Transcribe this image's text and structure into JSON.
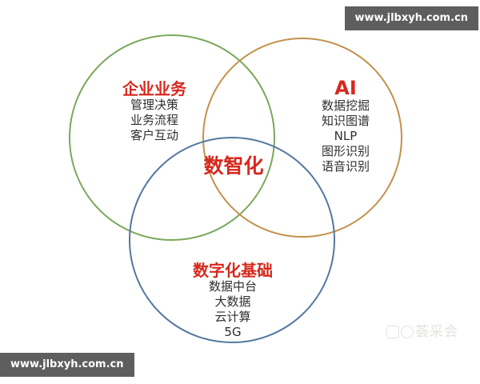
{
  "watermarks": {
    "top": "www.jlbxyh.com.cn",
    "bottom": "www.jlbxyh.com.cn",
    "faint": "荟采会"
  },
  "diagram": {
    "center_label": "数智化",
    "accent_color": "#d7281d",
    "text_color": "#2f2f2f",
    "circles": [
      {
        "id": "business",
        "title": "企业业务",
        "color": "#7ba85b",
        "items": [
          "管理决策",
          "业务流程",
          "客户互动"
        ]
      },
      {
        "id": "ai",
        "title": "AI",
        "color": "#c3914c",
        "items": [
          "数据挖掘",
          "知识图谱",
          "NLP",
          "图形识别",
          "语音识别"
        ]
      },
      {
        "id": "digital-foundation",
        "title": "数字化基础",
        "color": "#54789f",
        "items": [
          "数据中台",
          "大数据",
          "云计算",
          "5G"
        ]
      }
    ]
  }
}
